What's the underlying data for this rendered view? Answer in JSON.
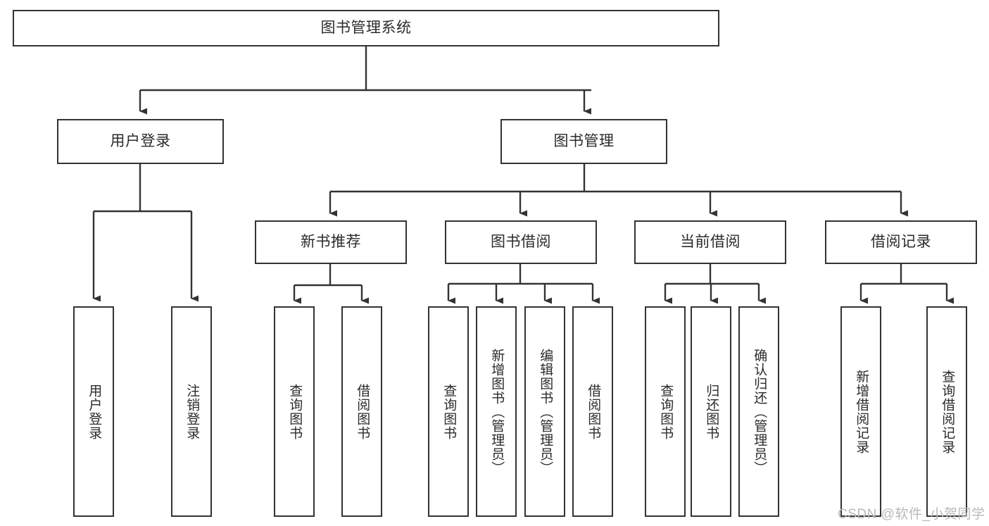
{
  "diagram": {
    "title": "图书管理系统",
    "type": "tree-hierarchy-chart",
    "orientation": "top-down",
    "colors": {
      "box_border": "#333333",
      "box_fill": "#ffffff",
      "connector": "#333333",
      "text": "#2b2b2b",
      "watermark": "#b9b9b9",
      "background": "#ffffff"
    },
    "root": {
      "label": "图书管理系统"
    },
    "level2": [
      {
        "label": "用户登录"
      },
      {
        "label": "图书管理"
      }
    ],
    "level3": [
      {
        "label": "新书推荐"
      },
      {
        "label": "图书借阅"
      },
      {
        "label": "当前借阅"
      },
      {
        "label": "借阅记录"
      }
    ],
    "leaves": {
      "user_login": [
        {
          "label": "用户登录"
        },
        {
          "label": "注销登录"
        }
      ],
      "new_book_recommend": [
        {
          "label": "查询图书"
        },
        {
          "label": "借阅图书"
        }
      ],
      "book_borrow": [
        {
          "label": "查询图书"
        },
        {
          "label": "新增图书（管理员）"
        },
        {
          "label": "编辑图书（管理员）"
        },
        {
          "label": "借阅图书"
        }
      ],
      "current_borrow": [
        {
          "label": "查询图书"
        },
        {
          "label": "归还图书"
        },
        {
          "label": "确认归还（管理员）"
        }
      ],
      "borrow_record": [
        {
          "label": "新增借阅记录"
        },
        {
          "label": "查询借阅记录"
        }
      ]
    }
  },
  "watermark": {
    "text": "CSDN @软件_小贺同学"
  }
}
